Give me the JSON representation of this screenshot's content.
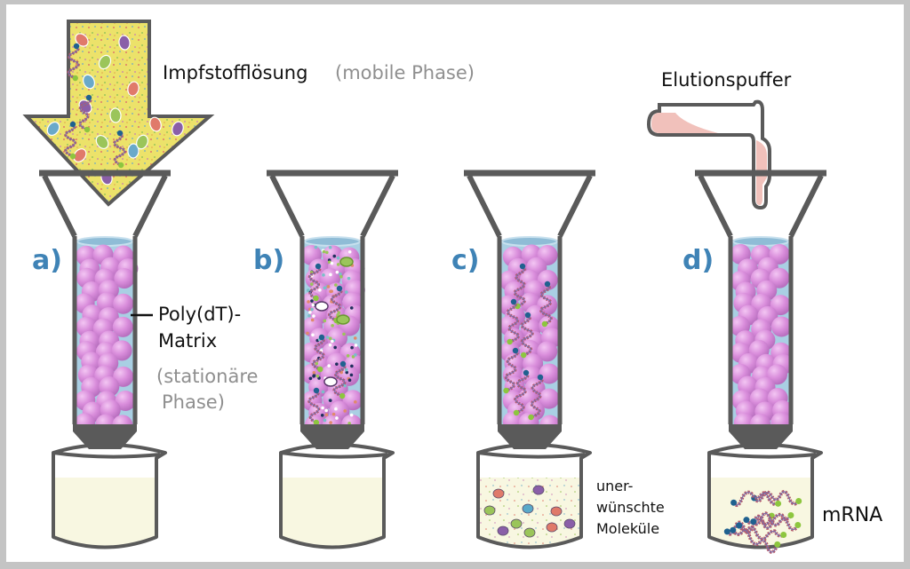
{
  "figure": {
    "title_implied": "Poly(dT)-Affinitätschromatographie zur mRNA-Aufreinigung",
    "colors": {
      "step_label": "#3f83b6",
      "column_wall": "#5a5a5a",
      "bead": "#d58ad8",
      "buffer_liquid": "#a9cfe3",
      "arrow_fill": "#ece26a",
      "beaker_liquid": "#f8f7e1",
      "elution_buffer": "#f1c1bb",
      "mRNA_cap": "#20618f",
      "polyA_tail": "#8dc63f"
    },
    "labels": {
      "input": "Impfstofflösung",
      "input_note": "(mobile Phase)",
      "elution_buffer": "Elutionspuffer",
      "matrix_line1": "Poly(dT)-",
      "matrix_line2": "Matrix",
      "stationary_line1": "(stationäre",
      "stationary_line2": "Phase)",
      "waste_line1": "uner-",
      "waste_line2": "wünschte",
      "waste_line3": "Moleküle",
      "product": "mRNA"
    },
    "steps": [
      {
        "id": "a",
        "label": "a)",
        "state": "Säule mit Poly(dT)-Matrix, Impfstofflösung wird aufgetragen",
        "beaker": "leer (Puffer)"
      },
      {
        "id": "b",
        "label": "b)",
        "state": "Probe durchläuft Matrix, alle Moleküle in der Säule",
        "beaker": "leer (Puffer)"
      },
      {
        "id": "c",
        "label": "c)",
        "state": "mRNA bindet an Matrix",
        "beaker": "unerwünschte Moleküle"
      },
      {
        "id": "d",
        "label": "d)",
        "state": "Elution mit Elutionspuffer",
        "beaker": "mRNA"
      }
    ]
  }
}
